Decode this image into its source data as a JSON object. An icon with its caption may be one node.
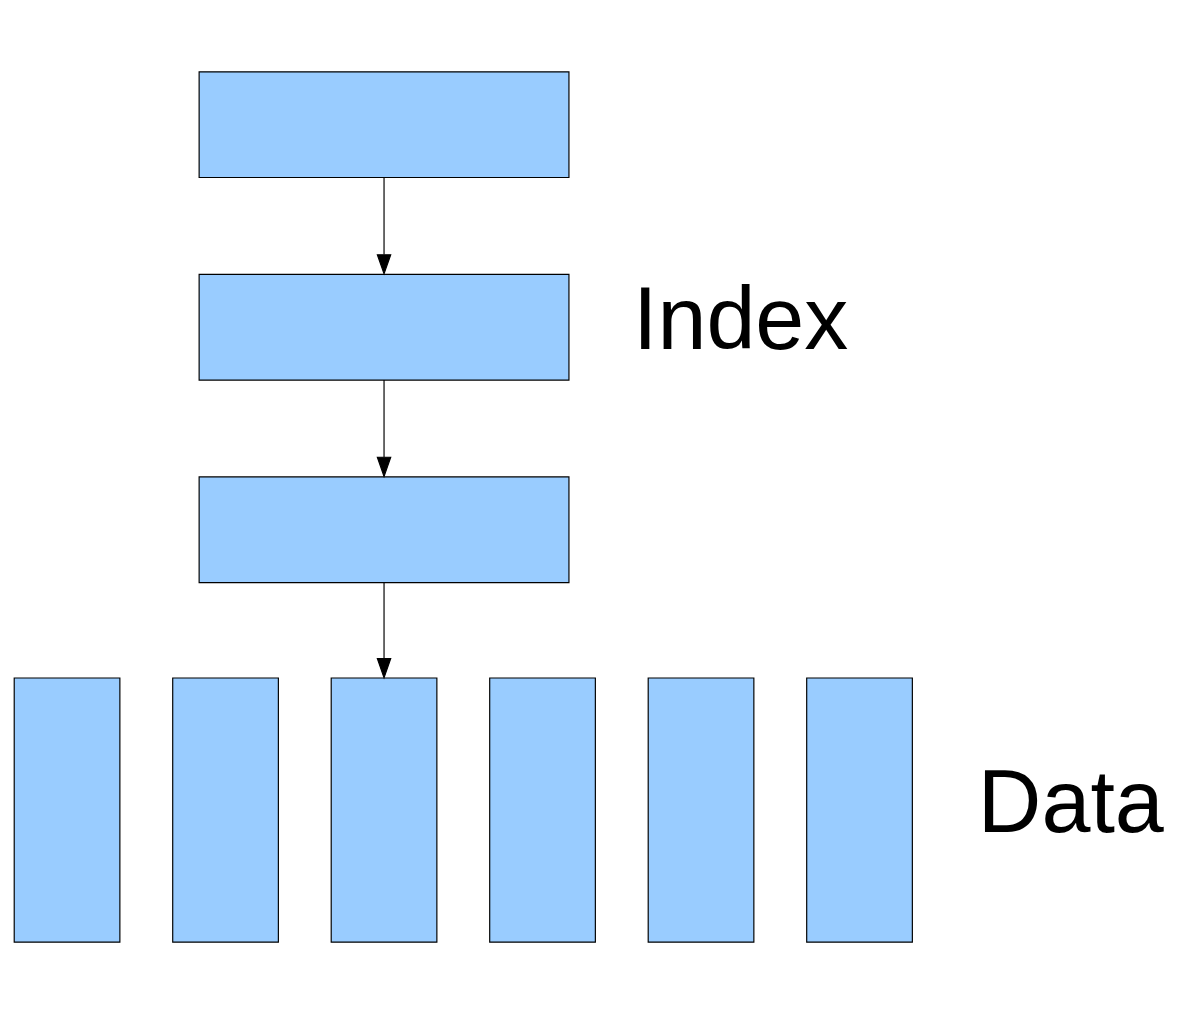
{
  "diagram": {
    "nodes": [
      {
        "text": [],
        "shape": "box"
      },
      {
        "text": [],
        "shape": "box"
      },
      {
        "text": [],
        "shape": "box"
      },
      {
        "text": [],
        "shape": "bar"
      },
      {
        "text": [],
        "shape": "bar"
      },
      {
        "text": [],
        "shape": "bar"
      },
      {
        "text": [],
        "shape": "bar"
      },
      {
        "text": [],
        "shape": "bar"
      },
      {
        "text": [],
        "shape": "bar"
      }
    ],
    "edges": [
      {
        "from": 0,
        "to": 1,
        "arrow": "to"
      },
      {
        "from": 1,
        "to": 2,
        "arrow": "to"
      },
      {
        "from": 2,
        "to": 5,
        "arrow": "to"
      }
    ],
    "labels": [
      "Index",
      "Data"
    ]
  }
}
